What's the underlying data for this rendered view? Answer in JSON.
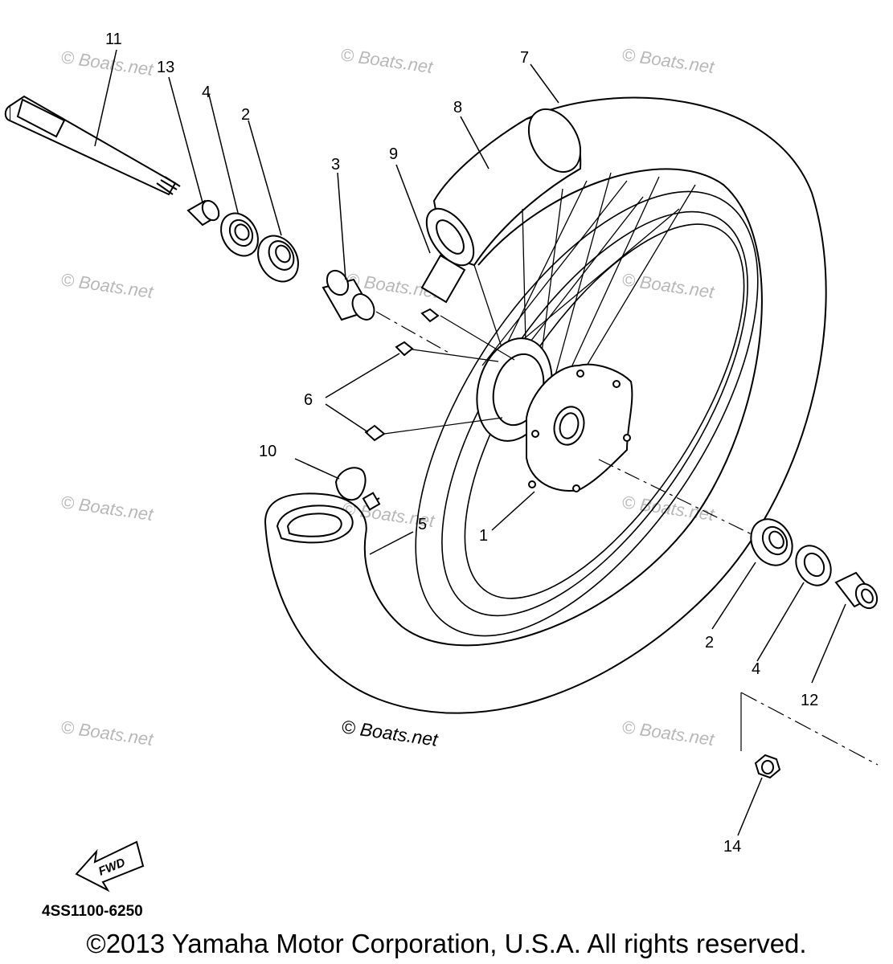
{
  "diagram": {
    "callouts": {
      "c1": "1",
      "c2a": "2",
      "c2b": "2",
      "c3": "3",
      "c4a": "4",
      "c4b": "4",
      "c5": "5",
      "c6": "6",
      "c7": "7",
      "c8": "8",
      "c9": "9",
      "c10": "10",
      "c11": "11",
      "c12": "12",
      "c13": "13",
      "c14": "14"
    },
    "watermark": "© Boats.net",
    "fwd_label": "FWD",
    "part_code": "4SS1100-6250",
    "copyright": "©2013 Yamaha Motor Corporation, U.S.A. All rights reserved."
  }
}
